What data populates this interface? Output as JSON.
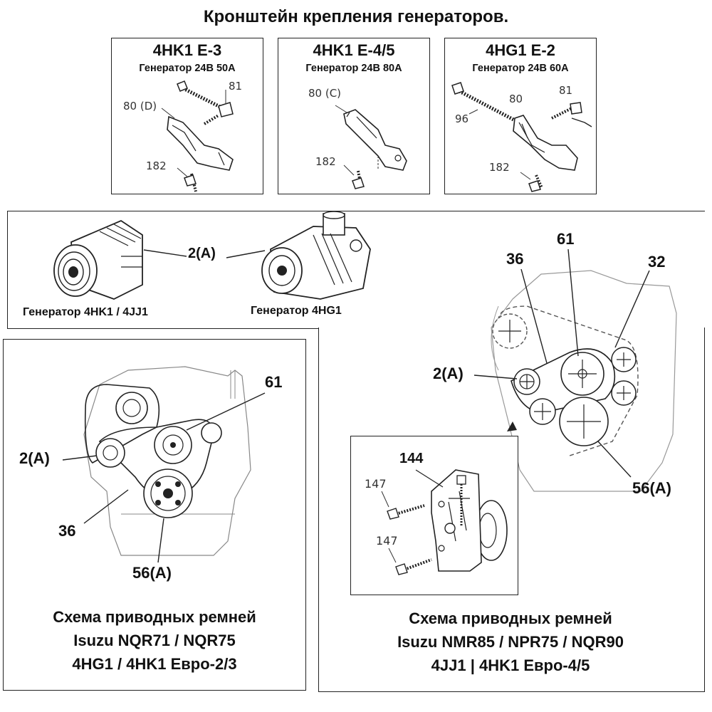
{
  "title": "Кронштейн крепления генераторов.",
  "brackets": [
    {
      "engine": "4HK1 E-3",
      "generator": "Генератор 24В 50А",
      "parts": [
        "81",
        "80 (D)",
        "182"
      ]
    },
    {
      "engine": "4HK1 E-4/5",
      "generator": "Генератор 24В 80А",
      "parts": [
        "80 (C)",
        "182"
      ]
    },
    {
      "engine": "4HG1 E-2",
      "generator": "Генератор 24В 60А",
      "parts": [
        "81",
        "80",
        "96",
        "182"
      ]
    }
  ],
  "generators": {
    "callout": "2(A)",
    "left_caption": "Генератор 4HK1 / 4JJ1",
    "right_caption": "Генератор 4HG1"
  },
  "left_scheme": {
    "labels": {
      "pulley_61": "61",
      "alt_2a": "2(A)",
      "belt_36": "36",
      "crank_56a": "56(A)"
    },
    "caption": [
      "Схема приводных ремней",
      "Isuzu NQR71 / NQR75",
      "4HG1 / 4HK1 Евро-2/3"
    ]
  },
  "right_scheme": {
    "labels": {
      "pulley_61": "61",
      "belt_36": "36",
      "pulley_32": "32",
      "alt_2a": "2(A)",
      "crank_56a": "56(A)"
    },
    "tensioner_labels": {
      "tensioner_144": "144",
      "bolt_147_top": "147",
      "bolt_147_bottom": "147"
    },
    "caption": [
      "Схема приводных ремней",
      "Isuzu NMR85 / NPR75 / NQR90",
      "4JJ1 | 4HK1 Евро-4/5"
    ]
  }
}
